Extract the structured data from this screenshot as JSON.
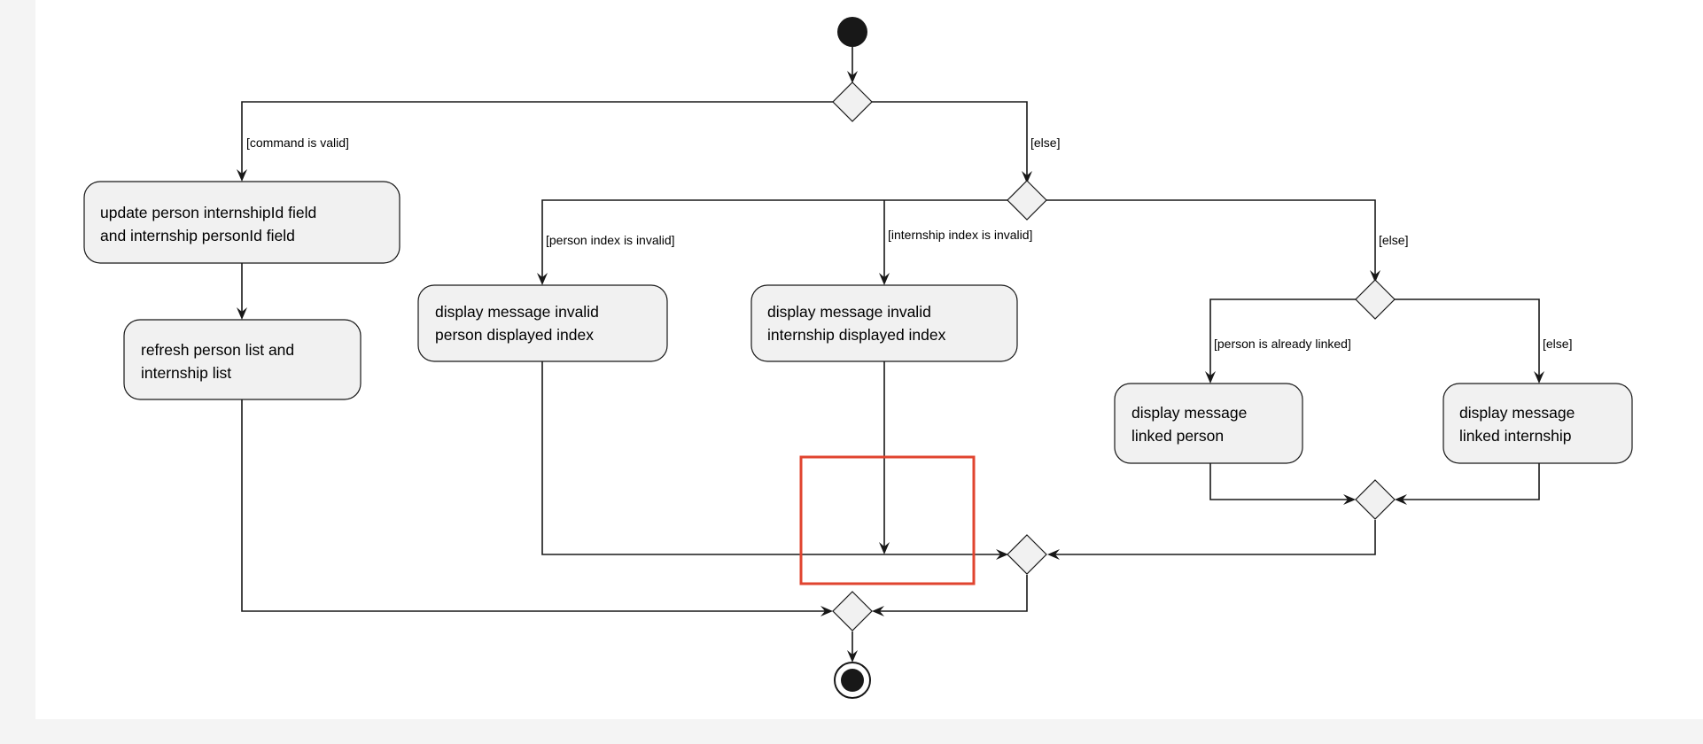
{
  "actions": {
    "update_fields": {
      "line1": "update person internshipId field",
      "line2": "and internship personId field"
    },
    "refresh_lists": {
      "line1": "refresh person list and",
      "line2": "internship list"
    },
    "invalid_person": {
      "line1": "display message invalid",
      "line2": "person displayed index"
    },
    "invalid_internship": {
      "line1": "display message invalid",
      "line2": "internship displayed index"
    },
    "linked_person": {
      "line1": "display message",
      "line2": "linked person"
    },
    "linked_internship": {
      "line1": "display message",
      "line2": "linked internship"
    }
  },
  "guards": {
    "command_valid": "[command is valid]",
    "else_command": "[else]",
    "person_invalid": "[person index is invalid]",
    "internship_invalid": "[internship index is invalid]",
    "else_index": "[else]",
    "person_linked": "[person is already linked]",
    "else_linked": "[else]"
  },
  "colors": {
    "node_fill": "#f1f1f1",
    "stroke": "#181818",
    "highlight": "#e0442f",
    "background": "#ffffff",
    "margin": "#f4f4f4"
  }
}
